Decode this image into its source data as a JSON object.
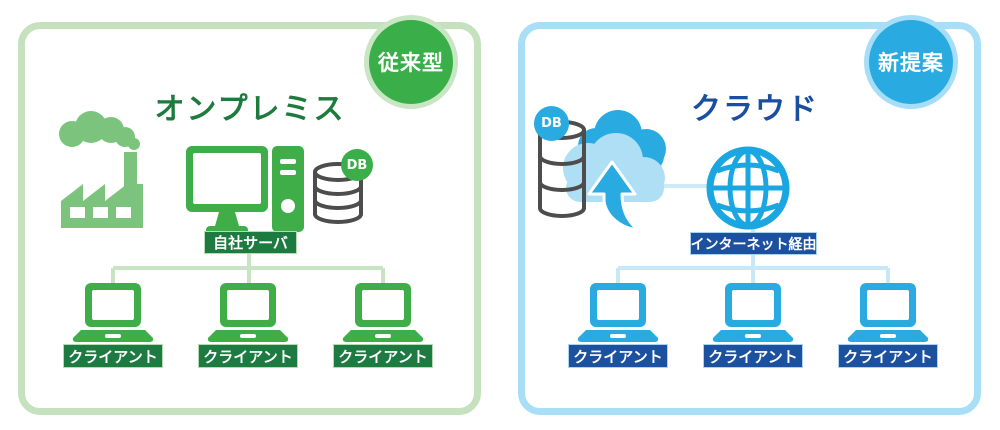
{
  "colors": {
    "green_icon": "#3fae49",
    "green_factory": "#7cc47e",
    "green_badge": "#3aae49",
    "green_dark_label": "#1d7a41",
    "green_title": "#1e7b3d",
    "green_border": "#c5e1bd",
    "green_tree": "#c9e4c4",
    "blue_icon": "#29abe2",
    "blue_dark_label": "#1b519f",
    "blue_title": "#1a4fa0",
    "blue_border": "#a9def7",
    "blue_tree": "#c8e8f8",
    "db_outline": "#4d4d4d"
  },
  "left_panel": {
    "badge_label": "従来型",
    "title": "オンプレミス",
    "db_badge": "DB",
    "server_label": "自社サーバ",
    "clients": [
      "クライアント",
      "クライアント",
      "クライアント"
    ],
    "icons": [
      "factory-icon",
      "desktop-icon",
      "server-tower-icon",
      "database-icon",
      "laptop-icon"
    ]
  },
  "right_panel": {
    "badge_label": "新提案",
    "title": "クラウド",
    "db_badge": "DB",
    "network_label": "インターネット経由",
    "clients": [
      "クライアント",
      "クライアント",
      "クライアント"
    ],
    "icons": [
      "cloud-upload-icon",
      "database-icon",
      "globe-icon",
      "laptop-icon"
    ]
  }
}
